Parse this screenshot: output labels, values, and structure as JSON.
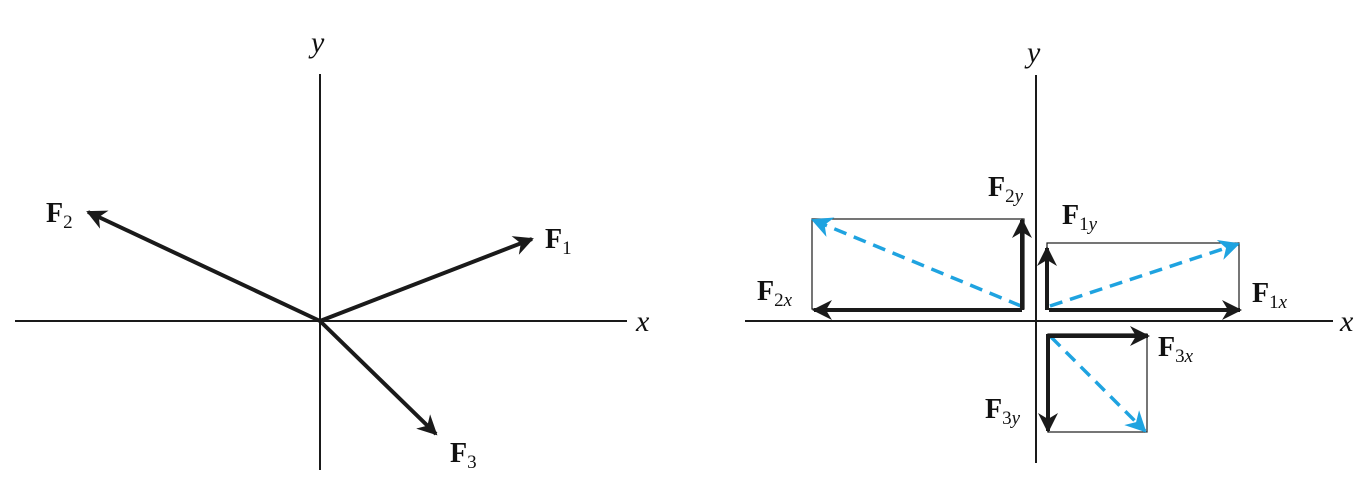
{
  "left_diagram": {
    "x_axis_label": "x",
    "y_axis_label": "y",
    "forces": [
      {
        "symbol": "F",
        "subscript": "1"
      },
      {
        "symbol": "F",
        "subscript": "2"
      },
      {
        "symbol": "F",
        "subscript": "3"
      }
    ]
  },
  "right_diagram": {
    "x_axis_label": "x",
    "y_axis_label": "y",
    "components": {
      "f1x": {
        "symbol": "F",
        "num": "1",
        "axis": "x"
      },
      "f1y": {
        "symbol": "F",
        "num": "1",
        "axis": "y"
      },
      "f2x": {
        "symbol": "F",
        "num": "2",
        "axis": "x"
      },
      "f2y": {
        "symbol": "F",
        "num": "2",
        "axis": "y"
      },
      "f3x": {
        "symbol": "F",
        "num": "3",
        "axis": "x"
      },
      "f3y": {
        "symbol": "F",
        "num": "3",
        "axis": "y"
      }
    }
  },
  "colors": {
    "vector": "#1a1a1a",
    "resultant_dashed": "#1fa3e0",
    "axis": "#1a1a1a"
  }
}
